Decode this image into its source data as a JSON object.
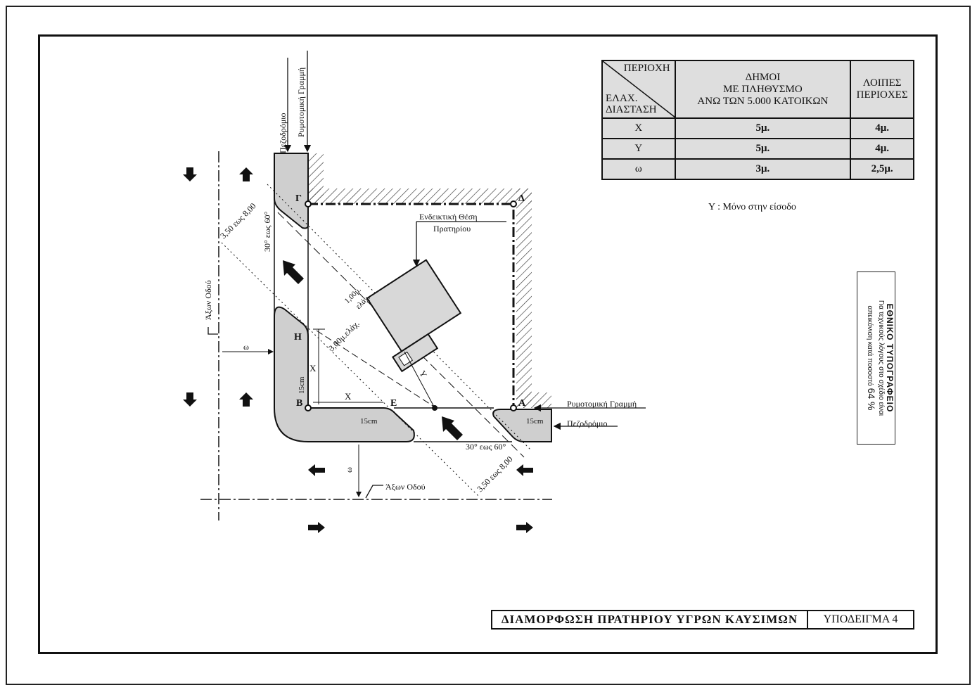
{
  "table": {
    "corner_top": "ΠΕΡΙΟΧΗ",
    "corner_bottom_line1": "ΕΛΑΧ.",
    "corner_bottom_line2": "ΔΙΑΣΤΑΣΗ",
    "col_mid_line1": "ΔΗΜΟΙ",
    "col_mid_line2": "ΜΕ ΠΛΗΘΥΣΜΟ",
    "col_mid_line3": "ΑΝΩ ΤΩΝ 5.000 ΚΑΤΟΙΚΩΝ",
    "col_right_line1": "ΛΟΙΠΕΣ",
    "col_right_line2": "ΠΕΡΙΟΧΕΣ",
    "rows": [
      {
        "label": "Χ",
        "mid": "5μ.",
        "right": "4μ."
      },
      {
        "label": "Υ",
        "mid": "5μ.",
        "right": "4μ."
      },
      {
        "label": "ω",
        "mid": "3μ.",
        "right": "2,5μ."
      }
    ]
  },
  "note_y": "Υ :  Μόνο στην είσοδο",
  "stamp": {
    "line1": "ΕΘΝΙΚΟ ΤΥΠΟΓΡΑΦΕΙΟ",
    "line2": "Για τεχνικούς λόγους στο σχέδιο είναι",
    "line3": "απεικόνιση κατά ποσοστό",
    "percent": "64 %"
  },
  "title_block": {
    "title": "ΔΙΑΜΟΡΦΩΣΗ ΠΡΑΤΗΡΙΟΥ ΥΓΡΩΝ ΚΑΥΣΙΜΩΝ",
    "sheet": "ΥΠΟΔΕΙΓΜΑ 4"
  },
  "plan": {
    "pezodromio_vertical": "Πεζοδρόμιο",
    "rymotomiki_vertical": "Ρυμοτομική Γραμμή",
    "axon_odou_vertical": "Άξων Οδού",
    "axon_odou_horizontal": "Άξων Οδού",
    "rymotomiki_horizontal": "Ρυμοτομική Γραμμή",
    "pezodromio_horizontal": "Πεζοδρόμιο",
    "station_label_line1": "Ενδεικτική Θέση",
    "station_label_line2": "Πρατηρίου",
    "point_G": "Γ",
    "point_D": "Δ",
    "point_H": "Η",
    "point_B": "Β",
    "point_E": "Ε",
    "point_A": "Α",
    "dim_x_vertical": "Χ",
    "dim_x_horizontal": "Χ",
    "dim_y": "Υ",
    "dim_omega_horizontal": "ω",
    "dim_omega_vertical": "ω",
    "dim_15cm_1": "15cm",
    "dim_15cm_2": "15cm",
    "dim_15cm_3": "15cm",
    "angle_top": "30° εως 60°",
    "angle_bottom": "30° εως 60°",
    "width_top": "3,50 εως 8,00",
    "width_bottom": "3,50 εως 8,00",
    "width_mid": "3,00μ.ελάχ.",
    "dim_1m": "1,00μ.",
    "dim_1m_sub": "ελάχ."
  }
}
